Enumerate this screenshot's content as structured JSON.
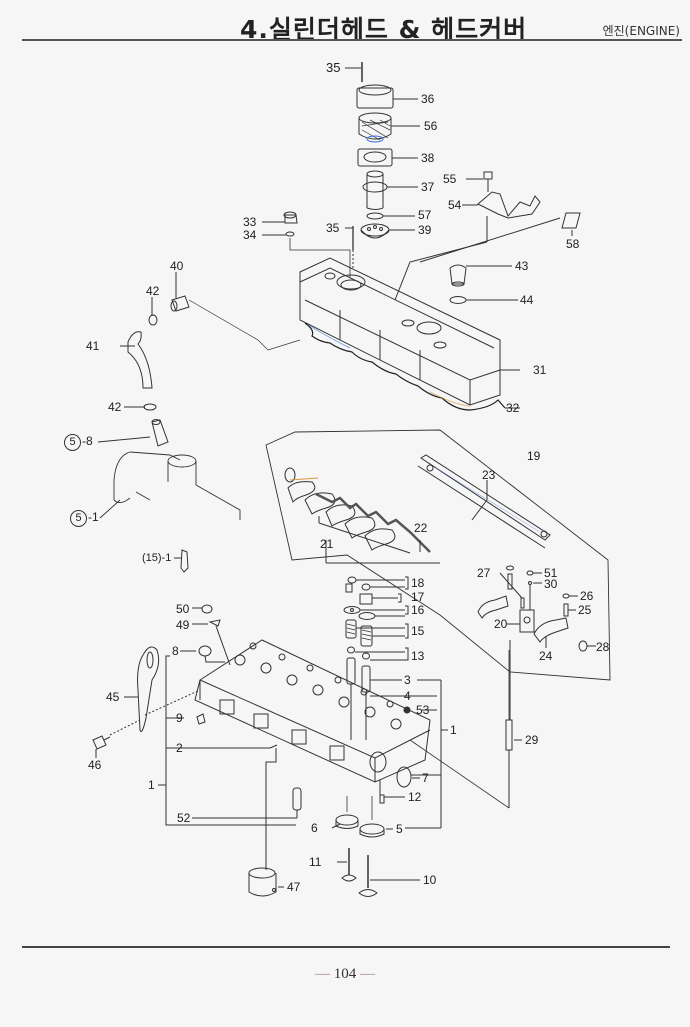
{
  "header": {
    "title": "4.실린더헤드 & 헤드커버",
    "section": "엔진(ENGINE)"
  },
  "footer": {
    "page_number": "104",
    "dash_left": "—",
    "dash_right": "—"
  },
  "callouts": {
    "p35a": "35",
    "p36": "36",
    "p56": "56",
    "p38": "38",
    "p37": "37",
    "p57": "57",
    "p39": "39",
    "p35b": "35",
    "p33": "33",
    "p34": "34",
    "p55": "55",
    "p54": "54",
    "p58": "58",
    "p40": "40",
    "p42a": "42",
    "p41": "41",
    "p42b": "42",
    "p43": "43",
    "p44": "44",
    "p31": "31",
    "p32": "32",
    "ref5_8_circle": "5",
    "ref5_8_num": "-8",
    "ref5_1_circle": "5",
    "ref5_1_num": "-1",
    "ref15_1": "(15)-1",
    "p19": "19",
    "p23": "23",
    "p21": "21",
    "p22": "22",
    "p18": "18",
    "p17": "17",
    "p16": "16",
    "p15": "15",
    "p13": "13",
    "p27": "27",
    "p51": "51",
    "p30": "30",
    "p26": "26",
    "p25": "25",
    "p20": "20",
    "p24": "24",
    "p28": "28",
    "p50": "50",
    "p49": "49",
    "p8": "8",
    "p45": "45",
    "p9": "9",
    "p46": "46",
    "p2": "2",
    "p1a": "1",
    "p3": "3",
    "p4": "4",
    "p53": "53",
    "p1b": "1",
    "p29": "29",
    "p7": "7",
    "p12": "12",
    "p52": "52",
    "p6": "6",
    "p5": "5",
    "p11": "11",
    "p10": "10",
    "p47": "47"
  },
  "colors": {
    "ink": "#333333",
    "paper": "#f6f6f6",
    "accent_blue": "#3a6fd8",
    "accent_orange": "#d89a3a"
  }
}
